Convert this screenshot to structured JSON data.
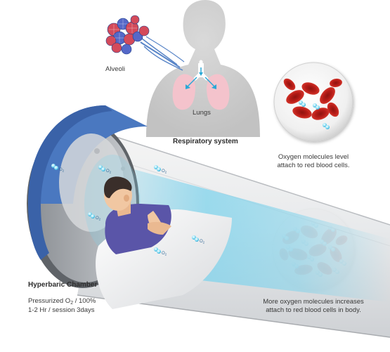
{
  "labels": {
    "alveoli": "Alveoli",
    "lungs": "Lungs",
    "respiratory_system": "Respiratory system",
    "oxygen_level": [
      "Oxygen molecules level",
      "attach to red blood cells."
    ],
    "more_oxygen": [
      "More oxygen molecules increases",
      "attach to red blood cells in body."
    ],
    "chamber_title": "Hyperbaric Chamber",
    "pressurized_prefix": "Pressurized O",
    "pressurized_sub": "2",
    "pressurized_suffix": " / 100%",
    "session": "1-2 Hr / session 3days"
  },
  "molecule_label": "O",
  "molecule_sub": "2",
  "colors": {
    "chamber_blue": "#4a78c0",
    "oxygen_glow": "#7fd3ec",
    "blood_red": "#c1201b",
    "body_gray": "#cfcfcf",
    "lung_pink": "#f4c3cc"
  },
  "icons": [
    "human-silhouette-icon",
    "lungs-icon",
    "alveoli-icon",
    "red-blood-cell-icon",
    "oxygen-molecule-icon",
    "patient-icon"
  ]
}
